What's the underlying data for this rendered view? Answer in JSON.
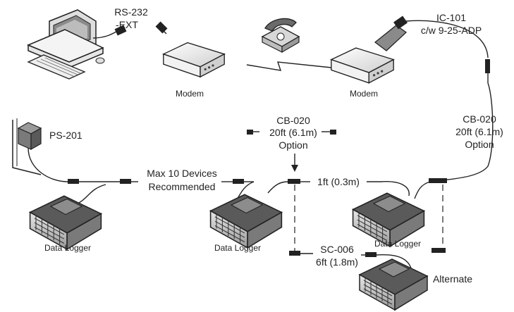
{
  "labels": {
    "rs232": [
      "RS-232",
      "-EXT"
    ],
    "modem_left": "Modem",
    "modem_right": "Modem",
    "ic101": [
      "IC-101",
      "c/w 9-25-ADP"
    ],
    "ps201": "PS-201",
    "max_devices": [
      "Max 10 Devices",
      "Recommended"
    ],
    "cb020_center": [
      "CB-020",
      "20ft (6.1m)",
      "Option"
    ],
    "cb020_right": [
      "CB-020",
      "20ft (6.1m)",
      "Option"
    ],
    "one_ft": "1ft (0.3m)",
    "sc006": [
      "SC-006",
      "6ft (1.8m)"
    ],
    "logger_1": "Data Logger",
    "logger_2": "Data Logger",
    "logger_3": "Data Logger",
    "alternate": "Alternate"
  }
}
